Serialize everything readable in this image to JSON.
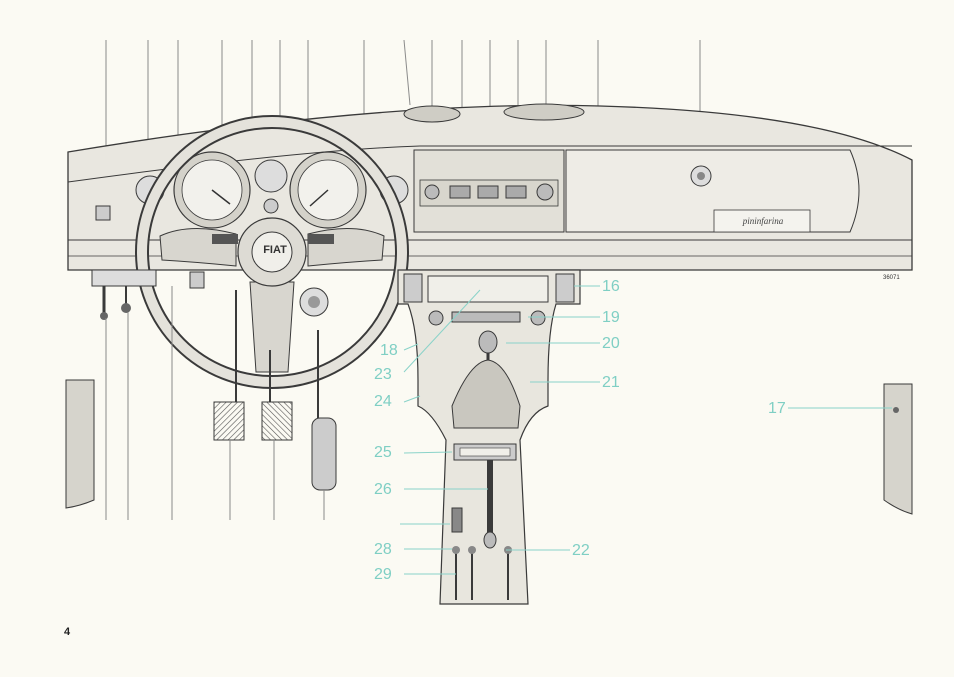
{
  "page_number": "4",
  "figure_code": "36071",
  "brand_badge": "pininfarina",
  "steering_logo": "FIAT",
  "callouts": {
    "c16": "16",
    "c17": "17",
    "c18": "18",
    "c19": "19",
    "c20": "20",
    "c21": "21",
    "c22": "22",
    "c23": "23",
    "c24": "24",
    "c25": "25",
    "c26": "26",
    "c28": "28",
    "c29": "29"
  },
  "colors": {
    "ink": "#3a3a3a",
    "panel_fill": "#e9e7e0",
    "callout_color": "#7fcfc4",
    "paper": "#fbfaf3"
  }
}
